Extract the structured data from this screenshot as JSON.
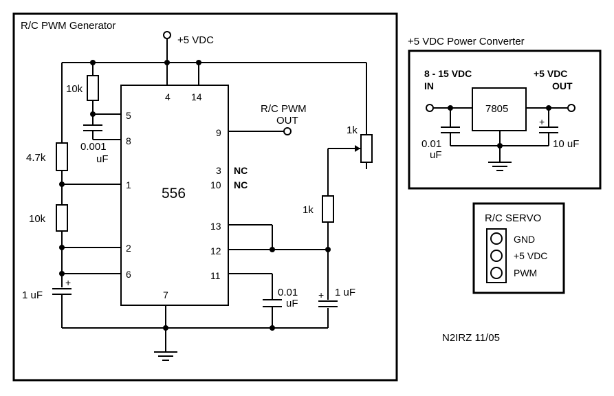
{
  "generator": {
    "title": "R/C PWM Generator",
    "supply": "+5 VDC",
    "ic": "556",
    "pins": {
      "p4": "4",
      "p14": "14",
      "p5": "5",
      "p8": "8",
      "p9": "9",
      "p3": "3",
      "p10": "10",
      "p1": "1",
      "p13": "13",
      "p12": "12",
      "p2": "2",
      "p6": "6",
      "p11": "11",
      "p7": "7"
    },
    "nc": "NC",
    "output_line1": "R/C PWM",
    "output_line2": "OUT",
    "components": {
      "r_10k_top": "10k",
      "c_001_value": "0.001",
      "c_001_unit": "uF",
      "r_47k": "4.7k",
      "r_10k_bottom": "10k",
      "c_1uf_left": "1 uF",
      "pot_1k": "1k",
      "r_1k": "1k",
      "c_001b_value": "0.01",
      "c_001b_unit": "uF",
      "c_1uf_right": "1 uF",
      "plus": "+"
    }
  },
  "converter": {
    "title": "+5 VDC Power Converter",
    "in_label1": "8 - 15 VDC",
    "in_label2": "IN",
    "out_label1": "+5 VDC",
    "out_label2": "OUT",
    "regulator": "7805",
    "c_in_value": "0.01",
    "c_in_unit": "uF",
    "c_out": "10 uF",
    "plus": "+"
  },
  "servo": {
    "title": "R/C SERVO",
    "pins": [
      "GND",
      "+5 VDC",
      "PWM"
    ]
  },
  "credit": "N2IRZ 11/05"
}
